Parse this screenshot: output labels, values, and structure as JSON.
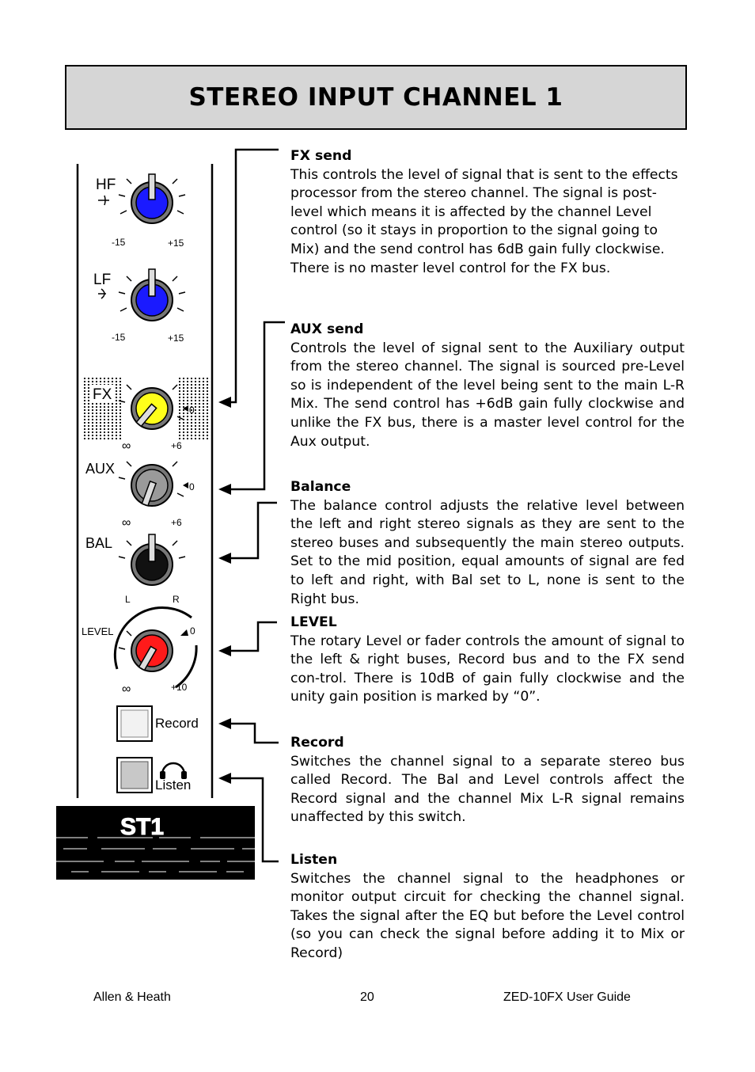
{
  "title": "STEREO INPUT CHANNEL 1",
  "strip": {
    "hf_label": "HF",
    "lf_label": "LF",
    "eq_min": "-15",
    "eq_max": "+15",
    "fx_label": "FX",
    "aux_label": "AUX",
    "bal_label": "BAL",
    "level_label": "LEVEL",
    "zero_mark": "0",
    "infinity": "∞",
    "plus6": "+6",
    "plus10": "+10",
    "bal_left": "L",
    "bal_right": "R",
    "record_label": "Record",
    "listen_label": "Listen",
    "channel_badge": "ST1",
    "colors": {
      "eq_knob": "#1a1aff",
      "fx_knob": "#ffff1a",
      "aux_knob": "#9a9a9a",
      "bal_knob": "#111111",
      "level_knob": "#ff1a1a"
    }
  },
  "sections": {
    "fx": {
      "heading": "FX send",
      "body": "This controls the level of signal that is sent to the effects processor from the stereo channel. The signal is post-level which means it is affected by the channel Level control (so it stays in proportion to the signal going to Mix) and the send control has 6dB gain fully clockwise.\nThere is no master level control for the FX bus."
    },
    "aux": {
      "heading": "AUX send",
      "body": "Controls the level of signal sent to the Auxiliary output from the stereo channel. The signal is sourced pre-Level so is  independent of the level being sent to the main L-R Mix. The send control has +6dB gain fully clockwise and unlike the FX bus, there is a master level control for the Aux output."
    },
    "balance": {
      "heading": "Balance",
      "body": "The balance control adjusts the relative level between the left and right stereo signals as they are sent to the stereo buses and subsequently the main stereo outputs. Set to the mid position, equal amounts of signal are fed to left and right, with Bal set to L, none is sent to the Right bus."
    },
    "level": {
      "heading": "LEVEL",
      "body": "The rotary Level or fader controls the amount of signal to the left & right buses, Record bus and to the FX send con-trol.  There is 10dB of gain fully clockwise and the unity gain position is marked by “0”."
    },
    "record": {
      "heading": "Record",
      "body": "Switches the channel signal to a separate stereo bus called Record. The Bal and Level controls affect the Record signal and the channel Mix L-R signal remains unaffected by this switch."
    },
    "listen": {
      "heading": "Listen",
      "body": "Switches the channel signal to the headphones or monitor output circuit for checking the channel signal. Takes the signal after the EQ but before the Level control (so you can check the signal before adding it to Mix or Record)"
    }
  },
  "footer": {
    "left": "Allen & Heath",
    "center": "20",
    "right": "ZED-10FX  User Guide"
  }
}
